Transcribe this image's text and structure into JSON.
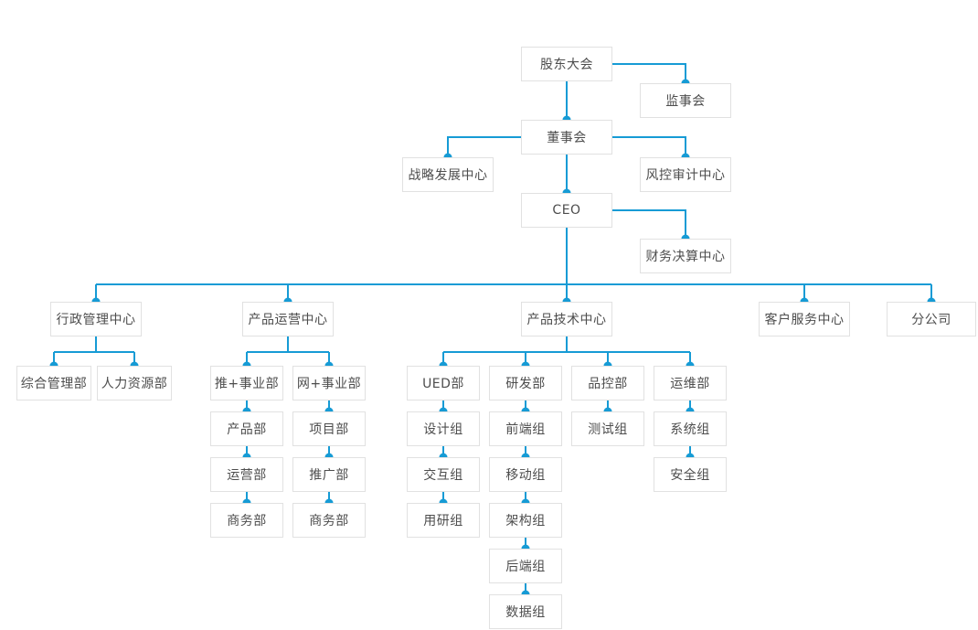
{
  "chart_title": "",
  "style": {
    "accent": "#169bd5",
    "node_border": "#e1e1e1",
    "node_background": "#ffffff",
    "node_text_color": "#4d4d4d",
    "page_background": "#ffffff"
  },
  "nodes": {
    "shareholders": {
      "label": "股东大会"
    },
    "supervisory_board": {
      "label": "监事会"
    },
    "board": {
      "label": "董事会"
    },
    "strategy_center": {
      "label": "战略发展中心"
    },
    "risk_audit_center": {
      "label": "风控审计中心"
    },
    "ceo": {
      "label": "CEO"
    },
    "finance_center": {
      "label": "财务决算中心"
    },
    "admin_center": {
      "label": "行政管理中心"
    },
    "general_mgmt_dept": {
      "label": "综合管理部"
    },
    "hr_dept": {
      "label": "人力资源部"
    },
    "product_ops_center": {
      "label": "产品运营中心"
    },
    "tui_division": {
      "label": "推+事业部"
    },
    "product_dept": {
      "label": "产品部"
    },
    "operations_dept": {
      "label": "运营部"
    },
    "business_dept_tui": {
      "label": "商务部"
    },
    "wang_division": {
      "label": "网+事业部"
    },
    "project_dept": {
      "label": "项目部"
    },
    "promotion_dept": {
      "label": "推广部"
    },
    "business_dept_wang": {
      "label": "商务部"
    },
    "product_tech_center": {
      "label": "产品技术中心"
    },
    "ued_dept": {
      "label": "UED部"
    },
    "design_team": {
      "label": "设计组"
    },
    "interaction_team": {
      "label": "交互组"
    },
    "user_research_team": {
      "label": "用研组"
    },
    "rd_dept": {
      "label": "研发部"
    },
    "frontend_team": {
      "label": "前端组"
    },
    "mobile_team": {
      "label": "移动组"
    },
    "architecture_team": {
      "label": "架构组"
    },
    "backend_team": {
      "label": "后端组"
    },
    "data_team": {
      "label": "数据组"
    },
    "qc_dept": {
      "label": "品控部"
    },
    "testing_team": {
      "label": "测试组"
    },
    "ops_dept": {
      "label": "运维部"
    },
    "system_team": {
      "label": "系统组"
    },
    "security_team": {
      "label": "安全组"
    },
    "customer_service_center": {
      "label": "客户服务中心"
    },
    "branch_company": {
      "label": "分公司"
    }
  },
  "edges": [
    [
      "shareholders",
      "supervisory_board"
    ],
    [
      "shareholders",
      "board"
    ],
    [
      "board",
      "strategy_center"
    ],
    [
      "board",
      "risk_audit_center"
    ],
    [
      "board",
      "ceo"
    ],
    [
      "ceo",
      "finance_center"
    ],
    [
      "ceo",
      "admin_center"
    ],
    [
      "ceo",
      "product_ops_center"
    ],
    [
      "ceo",
      "product_tech_center"
    ],
    [
      "ceo",
      "customer_service_center"
    ],
    [
      "ceo",
      "branch_company"
    ],
    [
      "admin_center",
      "general_mgmt_dept"
    ],
    [
      "admin_center",
      "hr_dept"
    ],
    [
      "product_ops_center",
      "tui_division"
    ],
    [
      "product_ops_center",
      "wang_division"
    ],
    [
      "tui_division",
      "product_dept"
    ],
    [
      "product_dept",
      "operations_dept"
    ],
    [
      "operations_dept",
      "business_dept_tui"
    ],
    [
      "wang_division",
      "project_dept"
    ],
    [
      "project_dept",
      "promotion_dept"
    ],
    [
      "promotion_dept",
      "business_dept_wang"
    ],
    [
      "product_tech_center",
      "ued_dept"
    ],
    [
      "product_tech_center",
      "rd_dept"
    ],
    [
      "product_tech_center",
      "qc_dept"
    ],
    [
      "product_tech_center",
      "ops_dept"
    ],
    [
      "ued_dept",
      "design_team"
    ],
    [
      "design_team",
      "interaction_team"
    ],
    [
      "interaction_team",
      "user_research_team"
    ],
    [
      "rd_dept",
      "frontend_team"
    ],
    [
      "frontend_team",
      "mobile_team"
    ],
    [
      "mobile_team",
      "architecture_team"
    ],
    [
      "architecture_team",
      "backend_team"
    ],
    [
      "backend_team",
      "data_team"
    ],
    [
      "qc_dept",
      "testing_team"
    ],
    [
      "ops_dept",
      "system_team"
    ],
    [
      "system_team",
      "security_team"
    ]
  ]
}
